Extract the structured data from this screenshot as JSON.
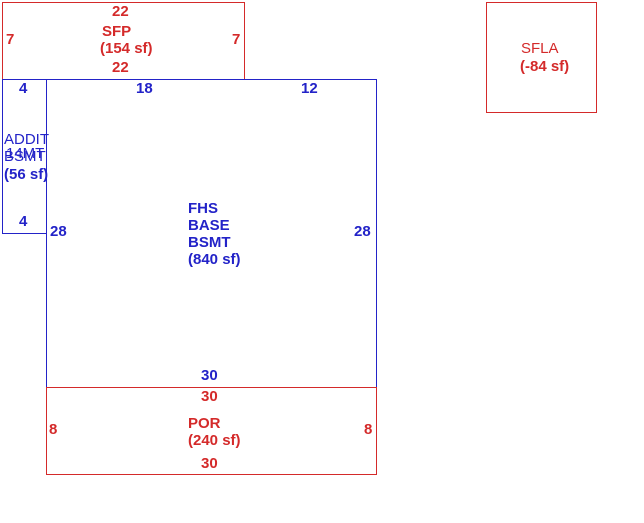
{
  "colors": {
    "red": "#d42a2a",
    "blue": "#2323c8"
  },
  "sfp": {
    "top": "22",
    "bottom": "22",
    "left": "7",
    "right": "7",
    "name": "SFP",
    "area": "(154 sf)"
  },
  "sfla": {
    "name": "SFLA",
    "area": "(-84 sf)"
  },
  "addit": {
    "top": "4",
    "bottom": "4",
    "line1": "ADDIT",
    "line2": "BSMT",
    "overlap": "14MT",
    "area": "(56 sf)"
  },
  "base": {
    "top_left": "18",
    "top_right": "12",
    "left": "28",
    "right": "28",
    "bottom": "30",
    "line1": "FHS",
    "line2": "BASE",
    "line3": "BSMT",
    "area": "(840 sf)"
  },
  "por": {
    "top": "30",
    "bottom": "30",
    "left": "8",
    "right": "8",
    "name": "POR",
    "area": "(240 sf)"
  }
}
